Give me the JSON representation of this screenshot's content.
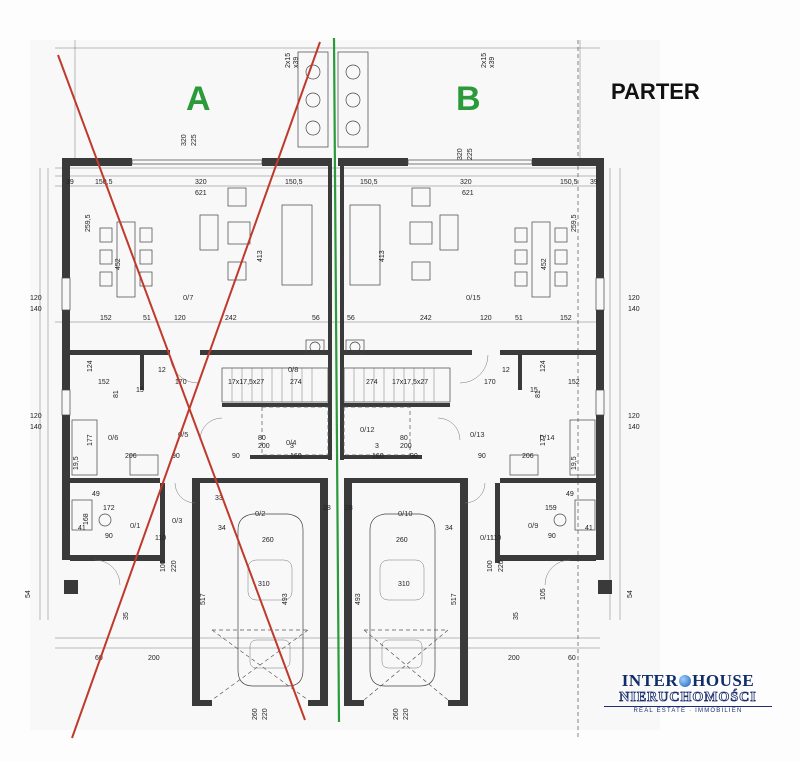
{
  "title": "PARTER",
  "units": {
    "a": "A",
    "b": "B"
  },
  "colors": {
    "green": "#2a9a3a",
    "red": "#c0392b",
    "wall": "#3a3a3a",
    "logo": "#1b2f6e"
  },
  "logo": {
    "line1_a": "INTER",
    "line1_b": "HOUSE",
    "line2": "NIERUCHOMOŚCI",
    "line3": "REAL ESTATE · IMMOBILIEN"
  },
  "dims": {
    "top_320": "320",
    "top_225": "225",
    "top_2x15": "2x15",
    "top_x39": "x39",
    "d39": "39",
    "d150_5": "150,5",
    "d320": "320",
    "d621": "621",
    "d259_5": "259,5",
    "d452": "452",
    "d413": "413",
    "d120": "120",
    "d140": "140",
    "d152": "152",
    "d51": "51",
    "d242": "242",
    "d56": "56",
    "d274": "274",
    "d17x": "17x17,5x27",
    "d170": "170",
    "d81": "81",
    "d15": "15",
    "d12": "12",
    "d206": "206",
    "d90": "90",
    "d80": "80",
    "d200": "200",
    "d160": "160",
    "d3": "3",
    "d28": "28",
    "d34": "34",
    "d49": "49",
    "d172": "172",
    "d168": "168",
    "d41": "41",
    "d110": "110",
    "d100": "100",
    "d220": "220",
    "d260": "260",
    "d310": "310",
    "d517": "517",
    "d493": "493",
    "d159": "159",
    "d54": "54",
    "d35": "35",
    "d60": "60",
    "d105": "105",
    "d19_5": "19,5",
    "d177": "177",
    "d124": "124",
    "d260b": "260",
    "d220b": "220"
  },
  "rooms": {
    "r0_7": "0/7",
    "r0_15": "0/15",
    "r0_5": "0/5",
    "r0_13": "0/13",
    "r0_4": "0/4",
    "r0_12": "0/12",
    "r0_3": "0/3",
    "r0_11": "0/11",
    "r0_2": "0/2",
    "r0_10": "0/10",
    "r0_6": "0/6",
    "r0_14": "0/14",
    "r0_1": "0/1",
    "r0_9": "0/9",
    "r0_8": "0/8"
  }
}
